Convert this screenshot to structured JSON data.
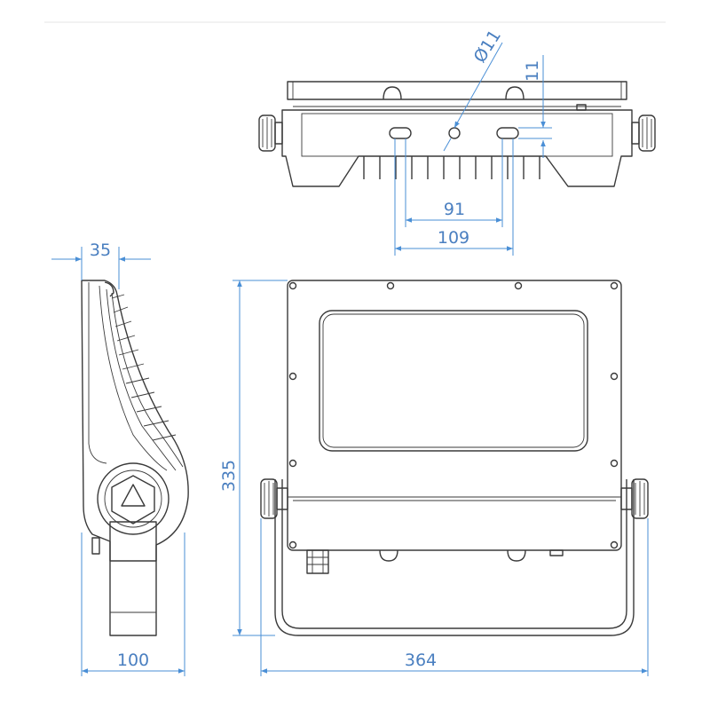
{
  "dimensions": {
    "hole_diameter": "Ø11",
    "slot_depth": "11",
    "inner_hole_spacing": "91",
    "outer_hole_spacing": "109",
    "side_depth_top": "35",
    "total_height": "335",
    "side_depth_bottom": "100",
    "total_width": "364"
  },
  "colors": {
    "outline": "#3a3a3a",
    "dimension": "#4a8fd6"
  }
}
